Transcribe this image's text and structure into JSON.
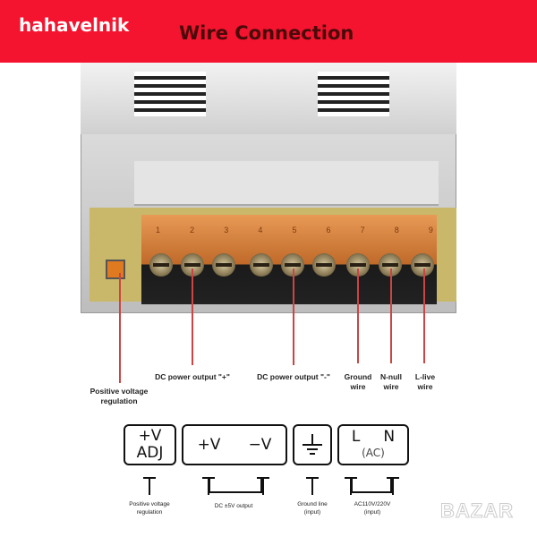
{
  "header": {
    "brand": "hahavelnik",
    "title": "Wire Connection",
    "background": "#f5142f"
  },
  "callouts": [
    {
      "text": "Positive voltage regulation"
    },
    {
      "text": "DC power output \"+\""
    },
    {
      "text": "DC power output \"-\""
    },
    {
      "text": "Ground wire"
    },
    {
      "text": "N-null wire"
    },
    {
      "text": "L-live wire"
    }
  ],
  "terminal_numbers": [
    "1",
    "2",
    "3",
    "4",
    "5",
    "6",
    "7",
    "8",
    "9"
  ],
  "legend": {
    "adj": {
      "line1": "+V",
      "line2": "ADJ",
      "caption": "Positive voltage regulation"
    },
    "dc": {
      "plus": "+V",
      "minus": "−V",
      "caption": "DC ±5V output"
    },
    "ground": {
      "caption1": "Ground line",
      "caption2": "(input)"
    },
    "ac": {
      "l": "L",
      "n": "N",
      "sub": "(AC)",
      "caption1": "AC110V/220V",
      "caption2": "(input)"
    }
  },
  "watermark": "BAZAR"
}
